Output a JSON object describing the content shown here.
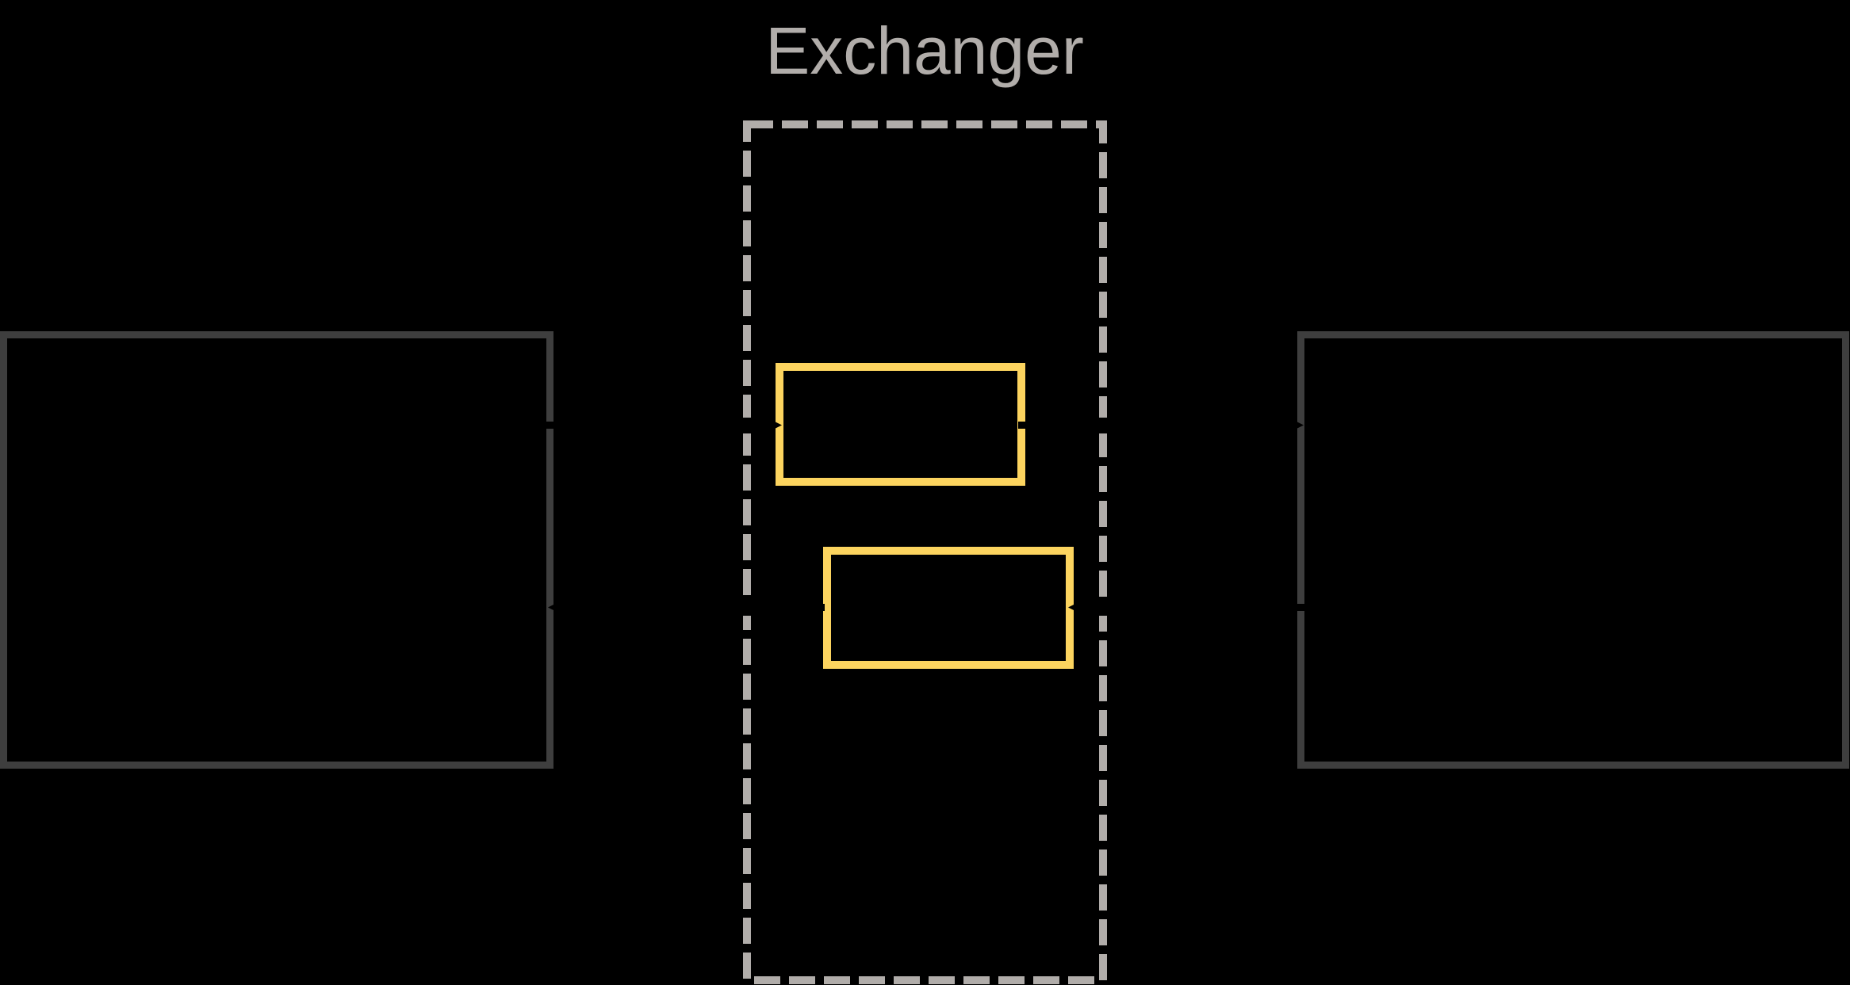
{
  "diagram": {
    "type": "flow-diagram",
    "title": "Exchanger",
    "cluster": {
      "label": "Exchanger",
      "border_style": "dashed"
    },
    "colors": {
      "background": "#000000",
      "cluster_border": "#b1adaa",
      "title_text": "#b1adaa",
      "exchange_node_border": "#fcd45f",
      "endpoint_node_border": "#3e3e3e",
      "connector": "#000000"
    },
    "nodes": [
      {
        "id": "left-endpoint",
        "role": "endpoint",
        "label_visible": false
      },
      {
        "id": "exchange-top",
        "role": "exchange",
        "label_visible": false
      },
      {
        "id": "exchange-bottom",
        "role": "exchange",
        "label_visible": false
      },
      {
        "id": "right-endpoint",
        "role": "endpoint",
        "label_visible": false
      }
    ],
    "edges": [
      {
        "from": "left-endpoint",
        "to": "exchange-top",
        "direction": "right"
      },
      {
        "from": "exchange-top",
        "to": "right-endpoint",
        "direction": "right"
      },
      {
        "from": "right-endpoint",
        "to": "exchange-bottom",
        "direction": "left"
      },
      {
        "from": "exchange-bottom",
        "to": "left-endpoint",
        "direction": "left"
      }
    ]
  }
}
